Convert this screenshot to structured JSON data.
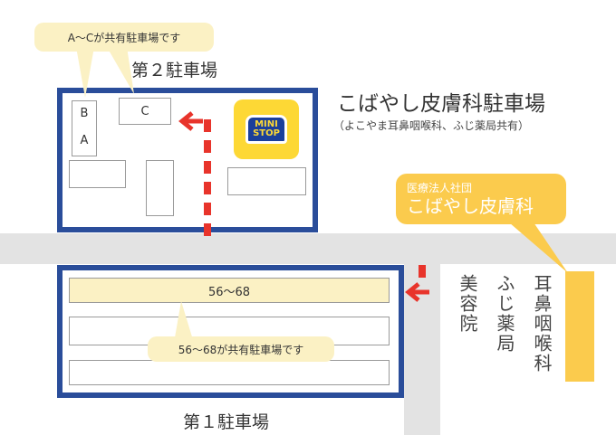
{
  "lot2": {
    "title": "第２駐車場",
    "callout": "A～Cが共有駐車場です",
    "spaces": {
      "a": "A",
      "b": "B",
      "c": "C"
    }
  },
  "lot1": {
    "title": "第１駐車場",
    "callout": "56～68が共有駐車場です",
    "shared_space": "56～68"
  },
  "header": {
    "title": "こばやし皮膚科駐車場",
    "subtitle": "（よこやま耳鼻咽喉科、ふじ薬局共有）"
  },
  "clinic_badge": {
    "org": "医療法人社団",
    "name": "こばやし皮膚科"
  },
  "store_logo": {
    "line1": "MINI",
    "line2": "STOP"
  },
  "neighbors": {
    "biyoin": "美容院",
    "pharmacy": "ふじ薬局",
    "ent": "耳鼻咽喉科"
  },
  "colors": {
    "lot_border": "#2a4d9a",
    "shared_fill": "#fbf1c4",
    "clinic_fill": "#fbcb4d",
    "arrow": "#e8342b",
    "road": "#e3e3e3"
  }
}
